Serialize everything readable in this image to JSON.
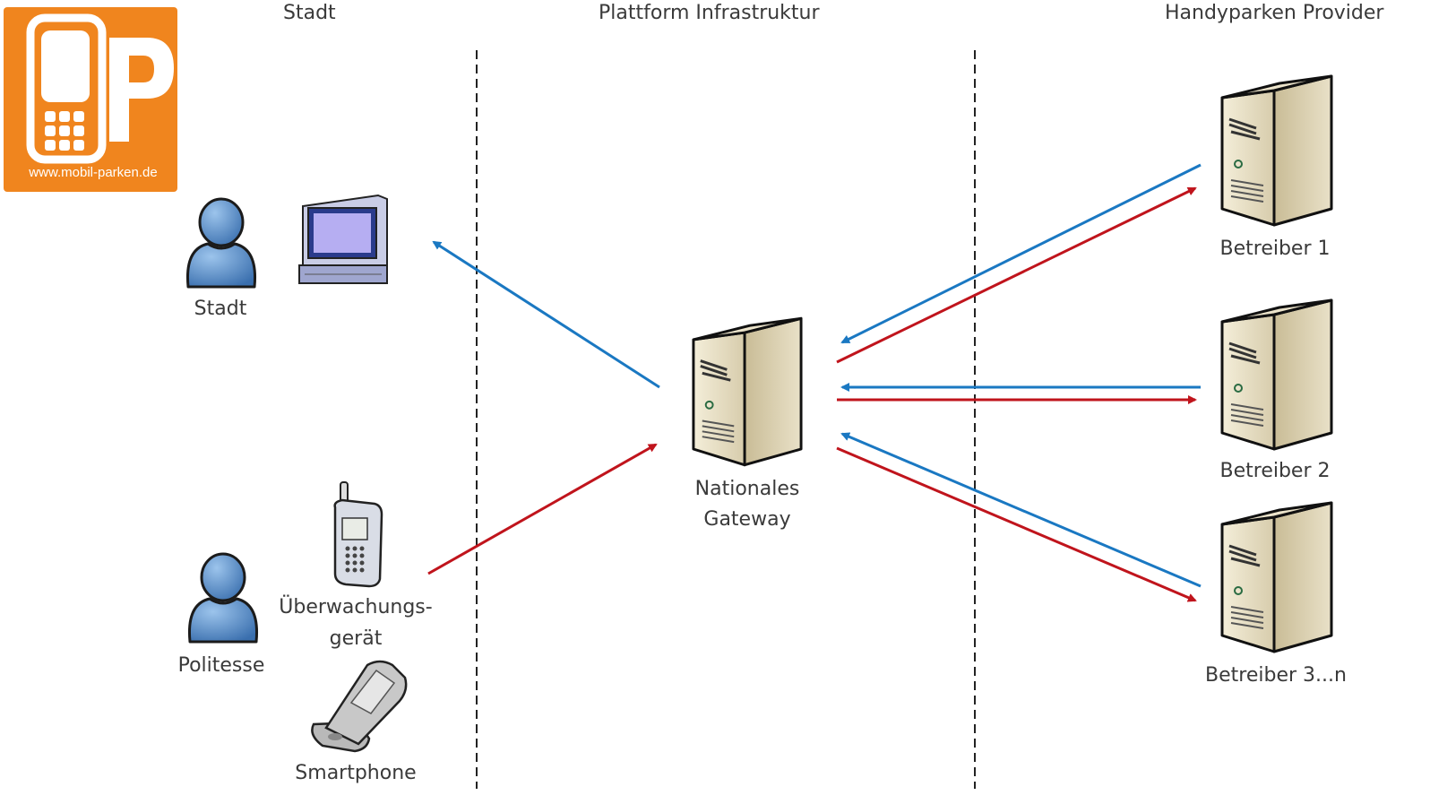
{
  "logo": {
    "url_text": "www.mobil-parken.de"
  },
  "columns": {
    "left": "Stadt",
    "middle": "Plattform Infrastruktur",
    "right": "Handyparken Provider"
  },
  "nodes": {
    "stadt_user": "Stadt",
    "politesse": "Politesse",
    "device_line1": "Überwachungs-",
    "device_line2": "gerät",
    "smartphone": "Smartphone",
    "gateway_line1": "Nationales",
    "gateway_line2": "Gateway",
    "operator1": "Betreiber 1",
    "operator2": "Betreiber 2",
    "operator3": "Betreiber 3...n"
  },
  "colors": {
    "blue_arrow": "#1a78c2",
    "red_arrow": "#c0141c",
    "logo_orange": "#f0851e",
    "person_blue": "#4f86c1",
    "server_beige": "#d9cfb4"
  }
}
